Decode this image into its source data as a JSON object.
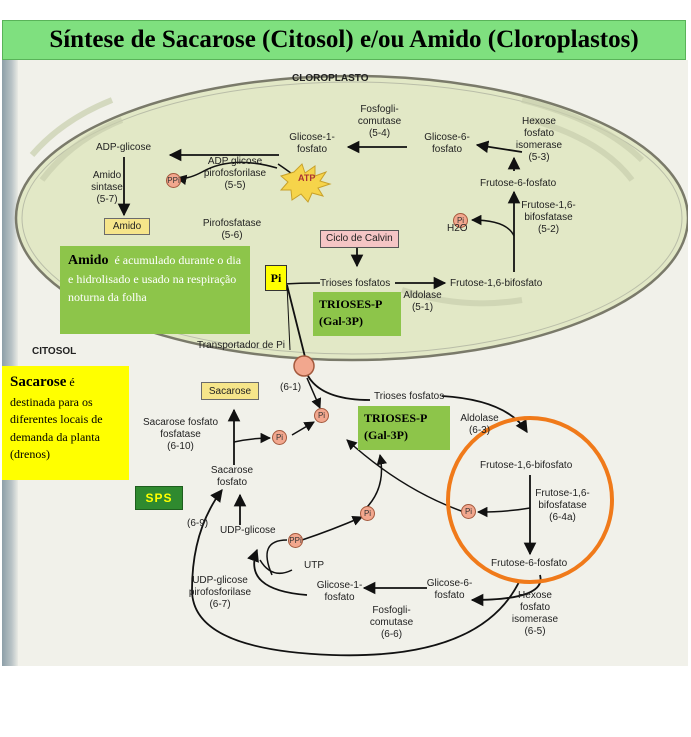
{
  "title": "Síntese de Sacarose (Citosol) e/ou Amido (Cloroplastos)",
  "compartments": {
    "chloroplast": "CLOROPLASTO",
    "cytosol": "CITOSOL"
  },
  "chloroplast": {
    "adp_glicose": "ADP-glicose",
    "amido_sintase": [
      "Amido",
      "sintase",
      "(5-7)"
    ],
    "amido": "Amido",
    "ppi": "PPi",
    "adp_pyrophos": [
      "ADP glicose",
      "pirofosforilase",
      "(5-5)"
    ],
    "atp": "ATP",
    "glicose1": [
      "Glicose-1-",
      "fosfato"
    ],
    "fosfoglicomutase": [
      "Fosfogli-",
      "comutase",
      "(5-4)"
    ],
    "glicose6": [
      "Glicose-6-",
      "fosfato"
    ],
    "hexose_isomerase": [
      "Hexose",
      "fosfato",
      "isomerase",
      "(5-3)"
    ],
    "frutose6": "Frutose-6-fosfato",
    "pirofosfatase": [
      "Pirofosfatase",
      "(5-6)"
    ],
    "pi": "Pi",
    "frutose16_bifosfatase": [
      "Frutose-1,6-",
      "bifosfatase",
      "(5-2)"
    ],
    "h2o": "H2O",
    "calvin": "Ciclo de Calvin",
    "trioses": "Trioses fosfatos",
    "frutose16": "Frutose-1,6-bifosfato",
    "aldolase": [
      "Aldolase",
      "(5-1)"
    ]
  },
  "transporter": {
    "label": "Transportador de Pi",
    "code": "(6-1)"
  },
  "cytosol": {
    "sacarose": "Sacarose",
    "sps_phosphatase": [
      "Sacarose fosfato",
      "fosfatase",
      "(6-10)"
    ],
    "sacarose_fosfato": [
      "Sacarose",
      "fosfato"
    ],
    "sps_code": "(6-9)",
    "trioses": "Trioses fosfatos",
    "aldolase": [
      "Aldolase",
      "(6-3)"
    ],
    "frutose16": "Frutose-1,6-bifosfato",
    "frutose16_bifosfatase": [
      "Frutose-1,6-",
      "bifosfatase",
      "(6-4a)"
    ],
    "frutose6": "Frutose-6-fosfato",
    "udp_glicose": "UDP-glicose",
    "utp": "UTP",
    "ppi": "PPi",
    "pi": "Pi",
    "udp_pyrophos": [
      "UDP-glicose",
      "pirofosforilase",
      "(6-7)"
    ],
    "glicose1": [
      "Glicose-1-",
      "fosfato"
    ],
    "glicose6": [
      "Glicose-6-",
      "fosfato"
    ],
    "fosfoglicomutase": [
      "Fosfogli-",
      "comutase",
      "(6-6)"
    ],
    "hexose_isomerase": [
      "Hexose",
      "fosfato",
      "isomerase",
      "(6-5)"
    ]
  },
  "notes": {
    "amido_title": "Amido",
    "amido_text": "é acumulado durante o dia e hidrolisado e usado na respiração noturna da folha",
    "sacarose_title": "Sacarose",
    "sacarose_text_1": "é",
    "sacarose_text_2": "destinada para os diferentes locais de demanda da planta (drenos)",
    "trioses_p_top": [
      "TRIOSES-P",
      "(Gal-3P)"
    ],
    "trioses_p_bottom": [
      "TRIOSES-P",
      "(Gal-3P)"
    ],
    "pi_callout": "Pi",
    "sps": "SPS"
  },
  "colors": {
    "title_bg": "#7fe07f",
    "chloroplast_fill": "#e2e8c6",
    "note_green": "#8dc54a",
    "note_yellow": "#ffff00",
    "orange_circle": "#f07a1a"
  }
}
